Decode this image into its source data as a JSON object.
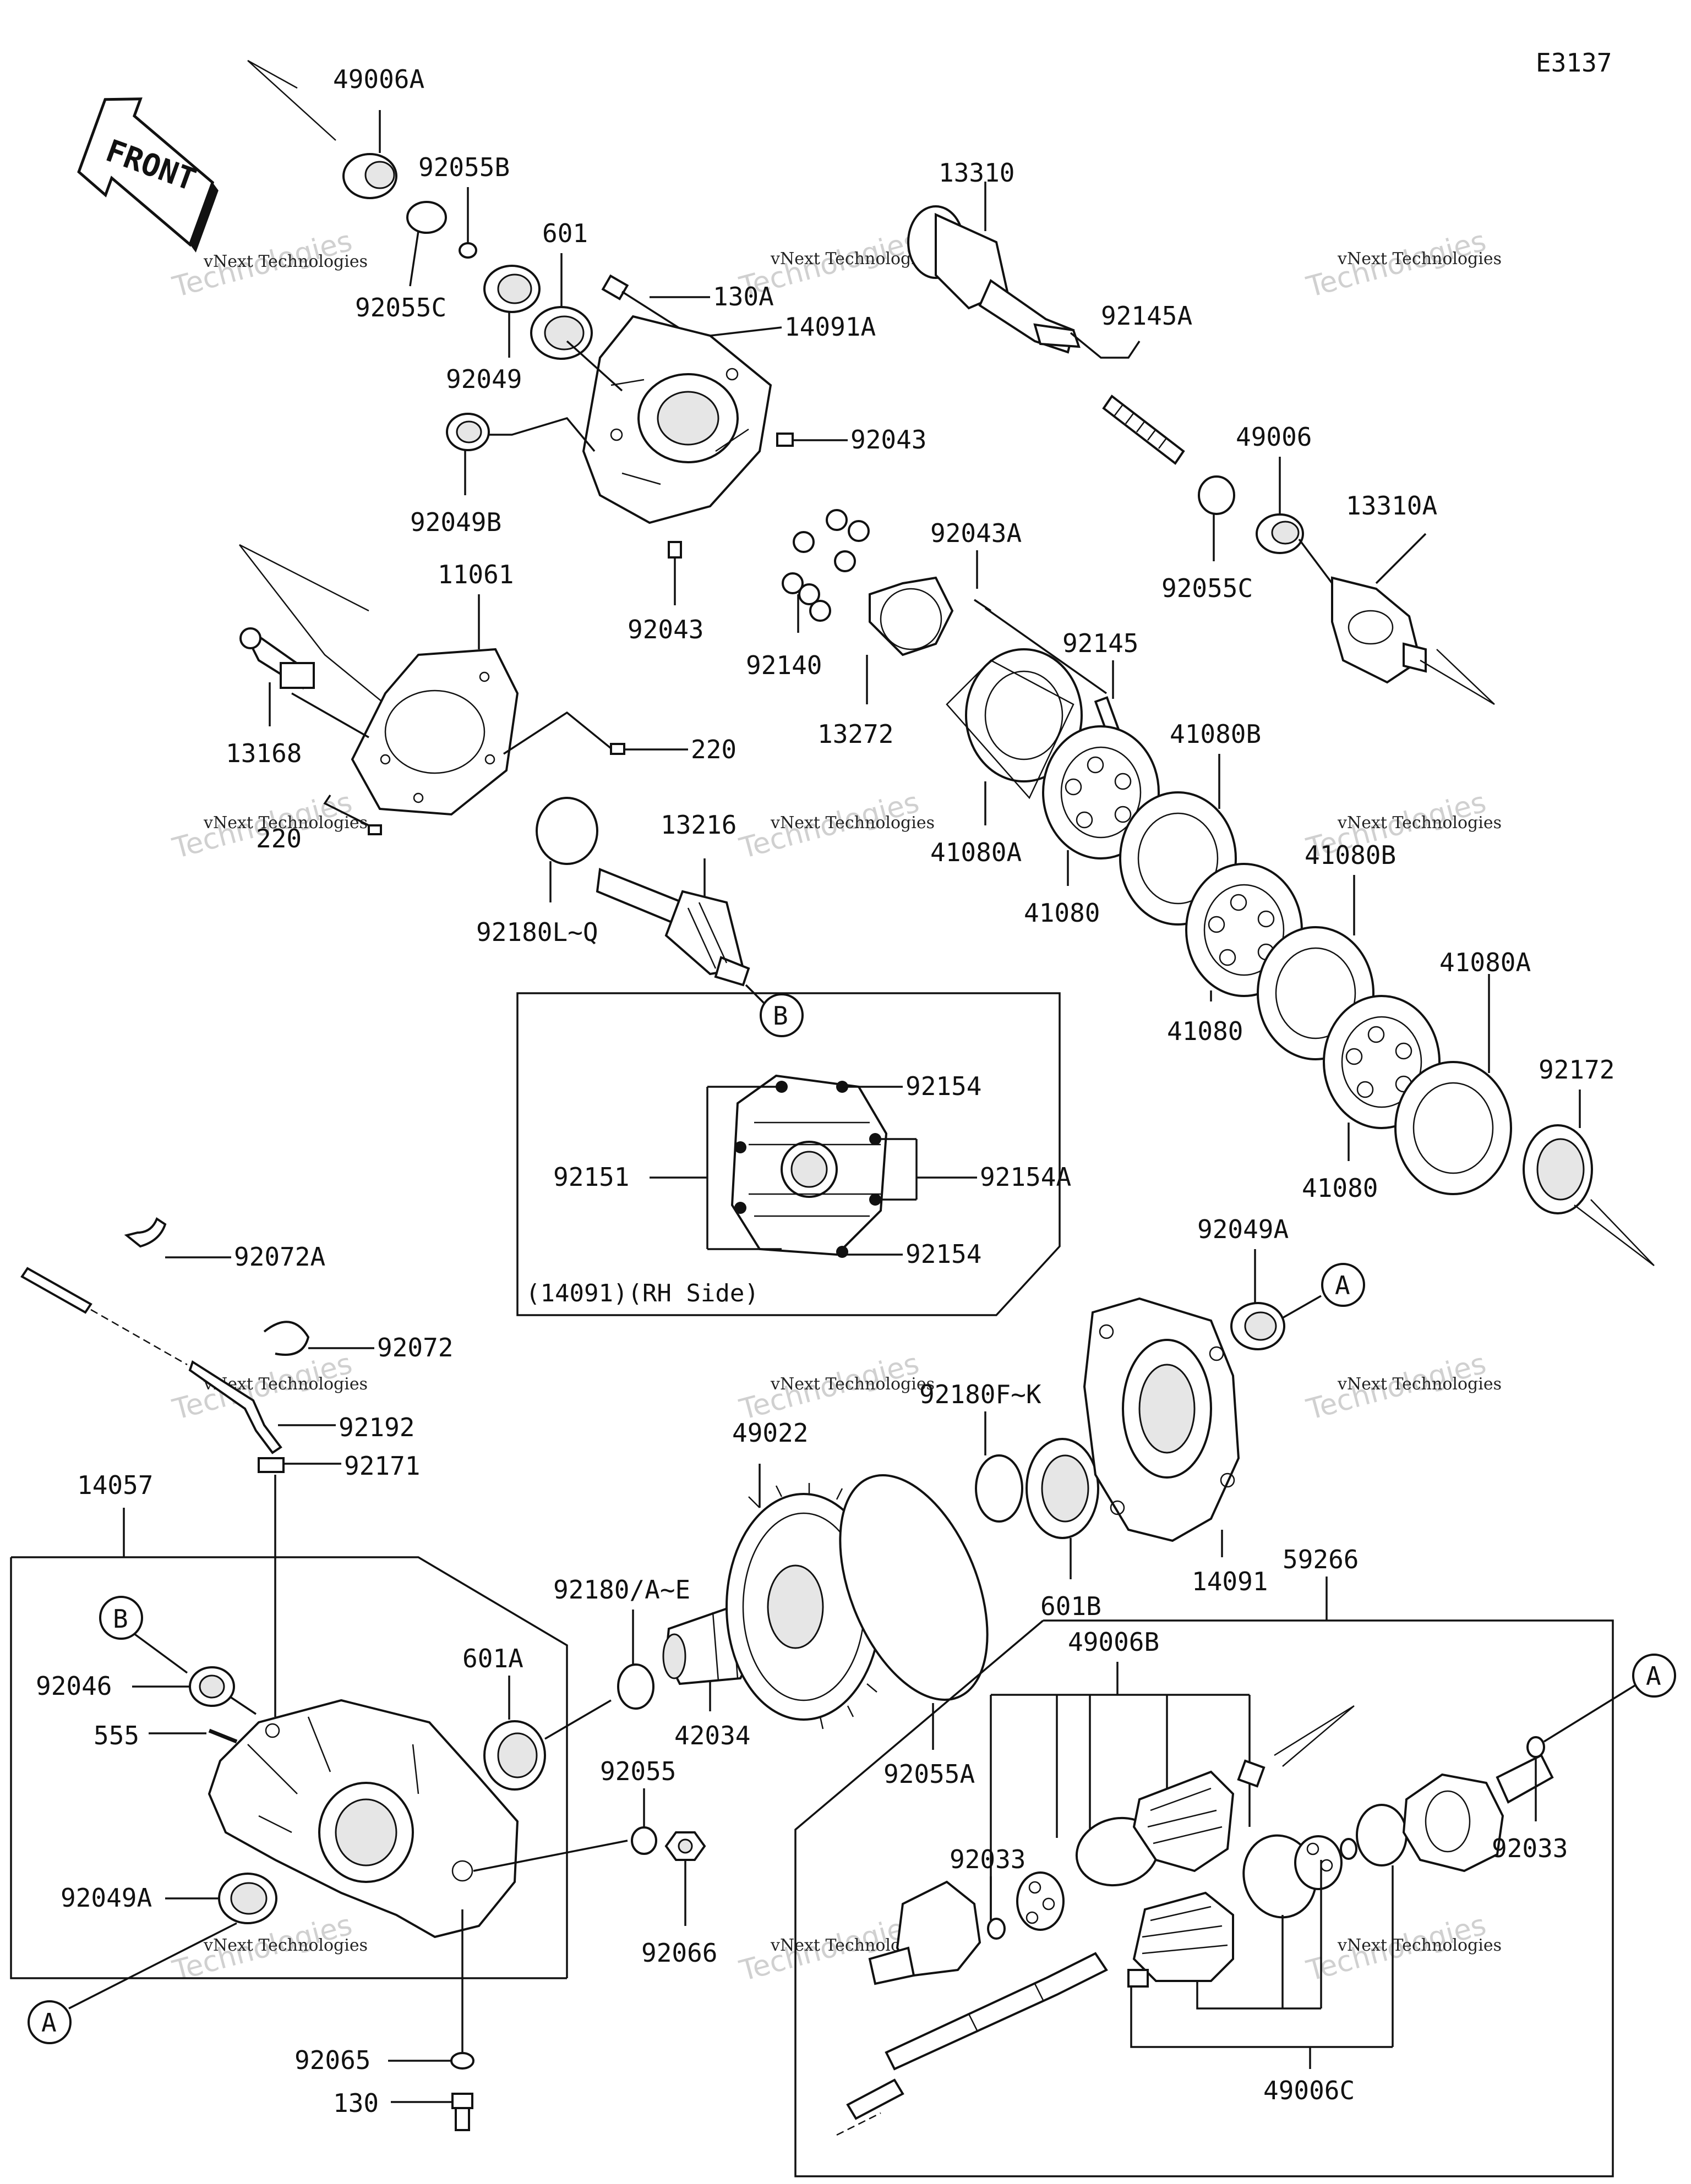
{
  "diagram_id": "E3137",
  "front_arrow": {
    "label": "FRONT"
  },
  "inset_box": {
    "caption": "(14091)(RH Side)"
  },
  "callouts": {
    "B": "B",
    "A": "A"
  },
  "parts": {
    "p49006A": "49006A",
    "p92055B": "92055B",
    "p92055C_top": "92055C",
    "p601": "601",
    "p92049": "92049",
    "p130A": "130A",
    "p14091A": "14091A",
    "p92043_a": "92043",
    "p92049B": "92049B",
    "p92043_b": "92043",
    "p11061": "11061",
    "p13168": "13168",
    "p220_a": "220",
    "p220_b": "220",
    "p92180LQ": "92180L~Q",
    "p13216": "13216",
    "p13310": "13310",
    "p92145A": "92145A",
    "p49006": "49006",
    "p13310A": "13310A",
    "p92055C_mid": "92055C",
    "p92043A": "92043A",
    "p92140": "92140",
    "p13272": "13272",
    "p92145": "92145",
    "p41080B_a": "41080B",
    "p41080A_a": "41080A",
    "p41080_a": "41080",
    "p41080B_b": "41080B",
    "p41080_b": "41080",
    "p41080A_b": "41080A",
    "p41080_c": "41080",
    "p92172": "92172",
    "p92154_a": "92154",
    "p92151": "92151",
    "p92154A": "92154A",
    "p92154_b": "92154",
    "p92072A": "92072A",
    "p92072": "92072",
    "p92192": "92192",
    "p92171": "92171",
    "p14057": "14057",
    "p92046": "92046",
    "p555": "555",
    "p92049A_left": "92049A",
    "p601A": "601A",
    "p92180AE": "92180/A~E",
    "p42034": "42034",
    "p49022": "49022",
    "p92055A": "92055A",
    "p92180FK": "92180F~K",
    "p601B": "601B",
    "p14091": "14091",
    "p92049A_right": "92049A",
    "p59266": "59266",
    "p92055": "92055",
    "p92066": "92066",
    "p92065": "92065",
    "p130": "130",
    "p49006B": "49006B",
    "p92033_a": "92033",
    "p92033_b": "92033",
    "p49006C": "49006C"
  },
  "watermark": {
    "line1": "vNext Technologies",
    "line2": "Technologies"
  }
}
